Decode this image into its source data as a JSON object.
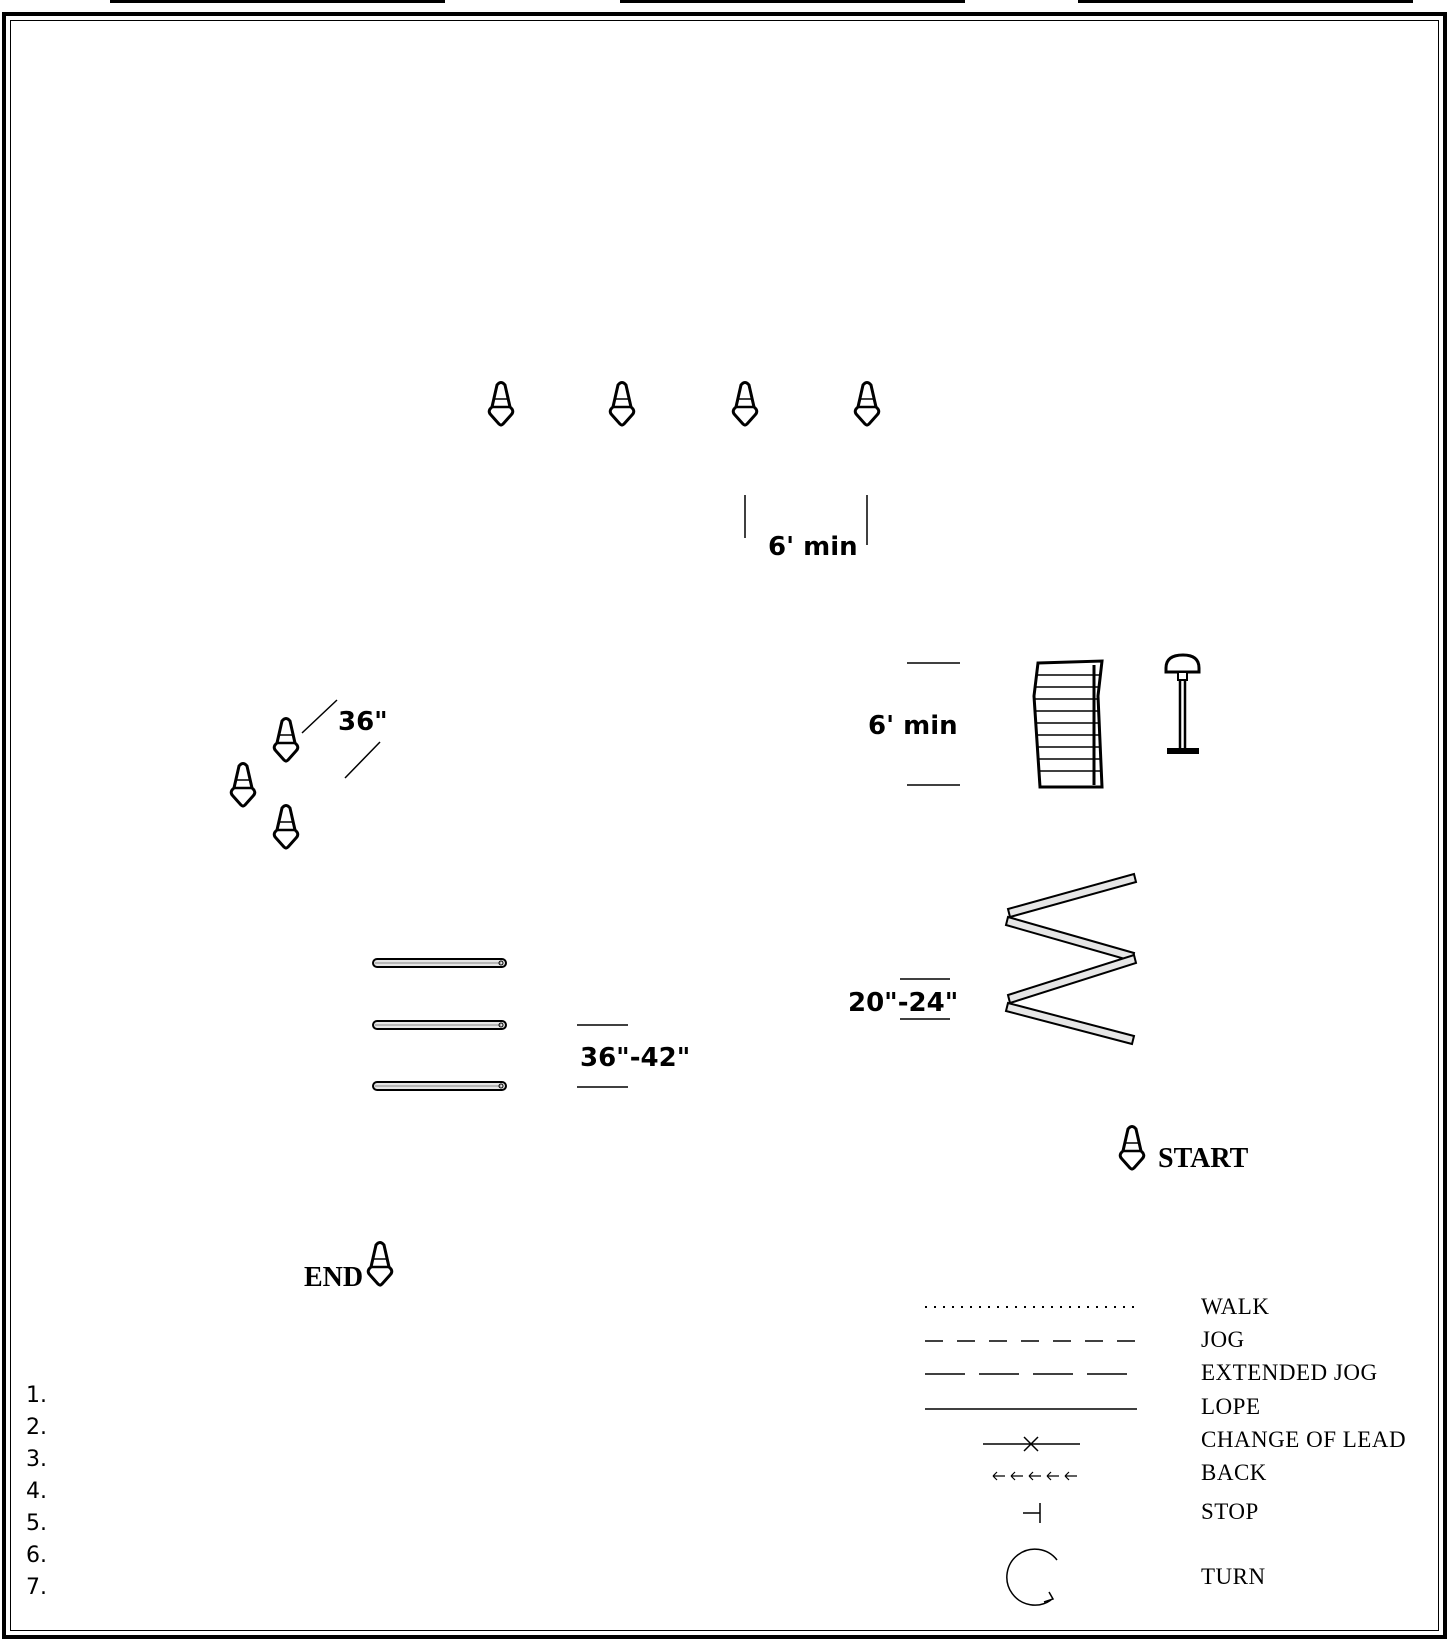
{
  "labels": {
    "dim_cones_top": "6' min",
    "dim_gate": "6' min",
    "dim_cone_triangle": "36\"",
    "dim_poles": "36\"-42\"",
    "dim_zigzag": "20\"-24\"",
    "start": "START",
    "end": "END"
  },
  "legend": [
    {
      "label": "WALK",
      "symbol": "dotted-line"
    },
    {
      "label": "JOG",
      "symbol": "short-dash-line"
    },
    {
      "label": "EXTENDED JOG",
      "symbol": "long-dash-line"
    },
    {
      "label": "LOPE",
      "symbol": "solid-line"
    },
    {
      "label": "CHANGE OF LEAD",
      "symbol": "line-with-x"
    },
    {
      "label": "BACK",
      "symbol": "left-arrows"
    },
    {
      "label": "STOP",
      "symbol": "t-bar"
    },
    {
      "label": "TURN",
      "symbol": "circle-arrow"
    }
  ],
  "steps": [
    "1.",
    "2.",
    "3.",
    "4.",
    "5.",
    "6.",
    "7."
  ],
  "colors": {
    "ink": "#000000",
    "pole_fill": "#e6e6e6",
    "background": "#ffffff"
  }
}
